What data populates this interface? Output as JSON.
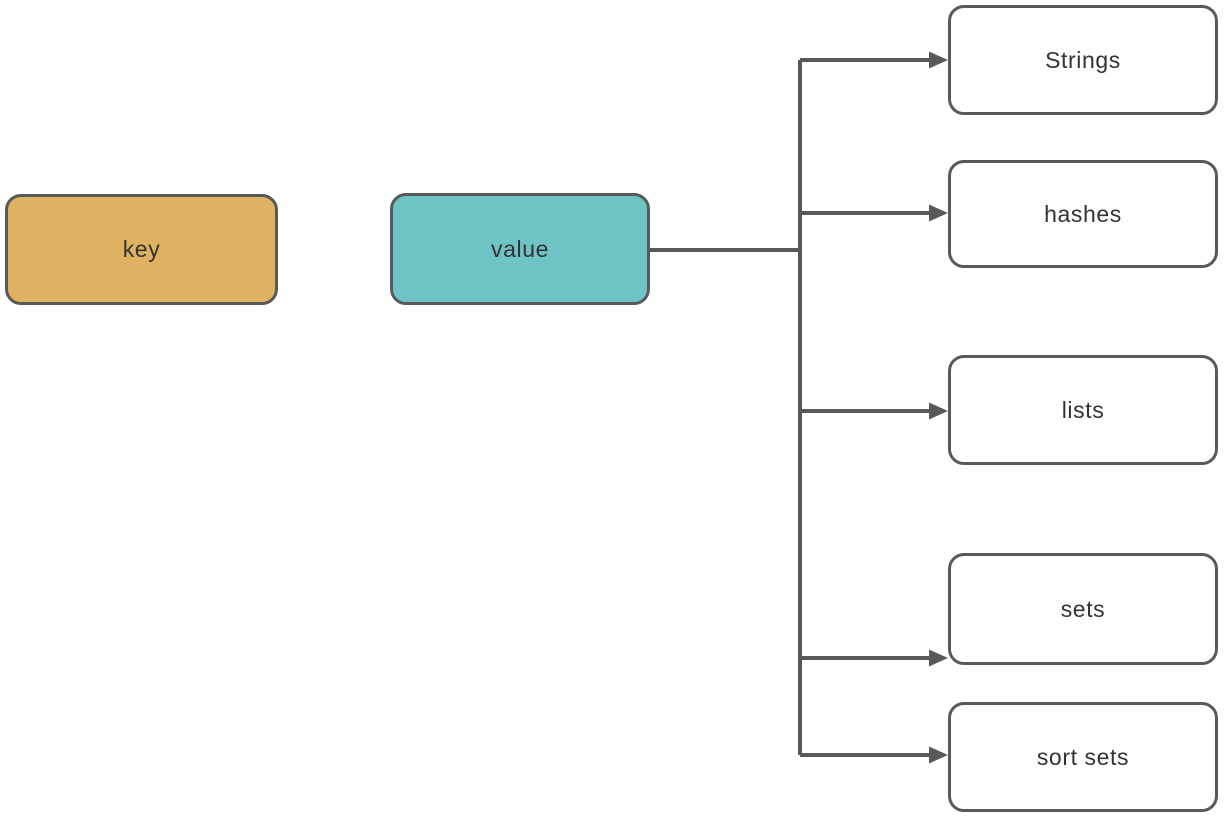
{
  "diagram": {
    "nodes": {
      "key": {
        "label": "key"
      },
      "value": {
        "label": "value"
      },
      "types": [
        {
          "label": "Strings"
        },
        {
          "label": "hashes"
        },
        {
          "label": "lists"
        },
        {
          "label": "sets"
        },
        {
          "label": "sort sets"
        }
      ]
    },
    "colors": {
      "key_fill": "#deb260",
      "value_fill": "#6ec4c5",
      "type_fill": "#ffffff",
      "border": "#595959",
      "line": "#595959",
      "text": "#333333"
    }
  }
}
